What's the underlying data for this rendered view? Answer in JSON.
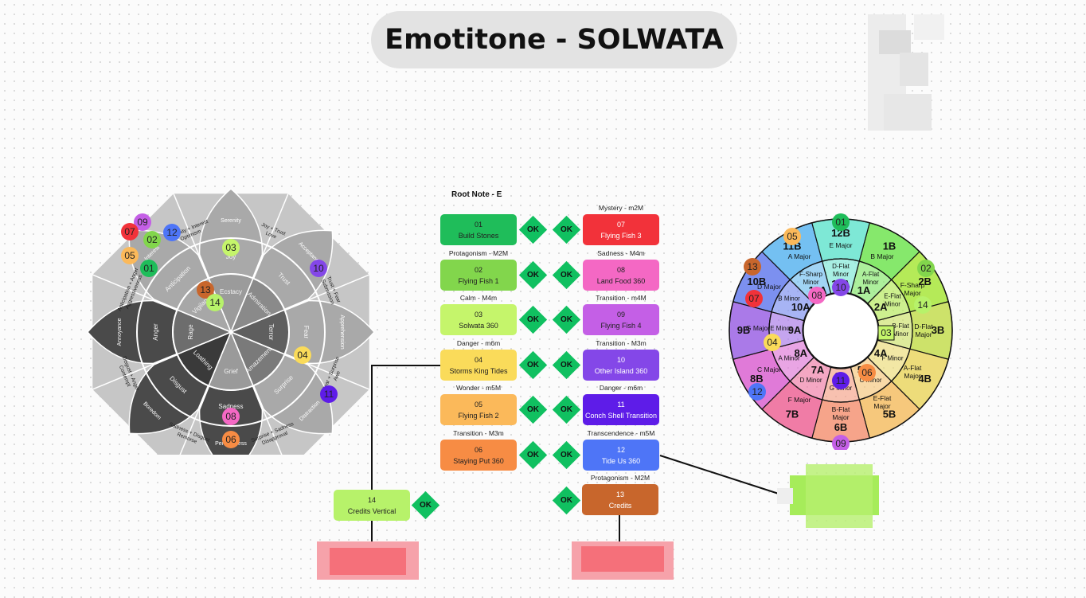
{
  "title": "Emotitone - SOLWATA",
  "root_note": "Root Note - E",
  "ok_label": "OK",
  "tracks": [
    {
      "num": "01",
      "name": "Build Stones",
      "mood": "",
      "color": "#1fbd5a"
    },
    {
      "num": "02",
      "name": "Flying Fish 1",
      "mood": "Protagonism - M2M",
      "color": "#82d64c"
    },
    {
      "num": "03",
      "name": "Solwata 360",
      "mood": "Calm - M4m",
      "color": "#c5f56b"
    },
    {
      "num": "04",
      "name": "Storms King Tides",
      "mood": "Danger - m6m",
      "color": "#fadb5a"
    },
    {
      "num": "05",
      "name": "Flying Fish 2",
      "mood": "Wonder - m5M",
      "color": "#fbb95a"
    },
    {
      "num": "06",
      "name": "Staying Put 360",
      "mood": "Transition - M3m",
      "color": "#f78c44"
    },
    {
      "num": "07",
      "name": "Flying Fish 3",
      "mood": "Mystery - m2M",
      "color": "#f2323a"
    },
    {
      "num": "08",
      "name": "Land Food 360",
      "mood": "Sadness - M4m",
      "color": "#f468c4"
    },
    {
      "num": "09",
      "name": "Flying Fish 4",
      "mood": "Transition - m4M",
      "color": "#c45fe6"
    },
    {
      "num": "10",
      "name": "Other Island 360",
      "mood": "Transition - M3m",
      "color": "#8447e8"
    },
    {
      "num": "11",
      "name": "Conch Shell Transition",
      "mood": "Danger - m6m",
      "color": "#5e1ce8"
    },
    {
      "num": "12",
      "name": "Tide Us 360",
      "mood": "Transcendence - m5M",
      "color": "#4e75f7"
    },
    {
      "num": "13",
      "name": "Credits",
      "mood": "Protagonism - M2M",
      "color": "#c8662c"
    },
    {
      "num": "14",
      "name": "Credits Vertical",
      "mood": "",
      "color": "#b7f26a"
    }
  ],
  "wheel": {
    "outer": [
      "Serenity",
      "Acceptance",
      "Apprehension",
      "Distraction",
      "Pensiveness",
      "Boredom",
      "Annoyance",
      "Interest"
    ],
    "middle": [
      "Joy",
      "Trust",
      "Fear",
      "Surprise",
      "Sadness",
      "Disgust",
      "Anger",
      "Anticipation"
    ],
    "inner": [
      "Ecstacy",
      "Admiration",
      "Terror",
      "Amazement",
      "Grief",
      "Loathing",
      "Rage",
      "Vigilance"
    ],
    "dyads": [
      "Joy + Trust\nLove",
      "Trust + Fear\nSubmission",
      "Fear + Surprise\nAwe",
      "Surprise + Sadness\nDisapproval",
      "Sadness + Disgust\nRemorse",
      "Disgust + Anger\nContempt",
      "Anticipation + Anger\nAggressiveness",
      "Serenity + Interest\nOptimism"
    ],
    "markers": [
      "09",
      "07",
      "02",
      "12",
      "05",
      "01",
      "03",
      "13",
      "14",
      "10",
      "04",
      "11",
      "08",
      "06"
    ]
  },
  "camelot": {
    "outer": [
      {
        "code": "1B",
        "key": "B Major"
      },
      {
        "code": "2B",
        "key": "F-Sharp Major"
      },
      {
        "code": "3B",
        "key": "D-Flat Major"
      },
      {
        "code": "4B",
        "key": "A-Flat Major"
      },
      {
        "code": "5B",
        "key": "E-Flat Major"
      },
      {
        "code": "6B",
        "key": "B-Flat Major"
      },
      {
        "code": "7B",
        "key": "F Major"
      },
      {
        "code": "8B",
        "key": "C Major"
      },
      {
        "code": "9B",
        "key": "G Major"
      },
      {
        "code": "10B",
        "key": "D Major"
      },
      {
        "code": "11B",
        "key": "A Major"
      },
      {
        "code": "12B",
        "key": "E Major"
      }
    ],
    "inner": [
      {
        "code": "1A",
        "key": "A-Flat Minor"
      },
      {
        "code": "2A",
        "key": "E-Flat Minor"
      },
      {
        "code": "3A",
        "key": "B-Flat Minor"
      },
      {
        "code": "4A",
        "key": "F Minor"
      },
      {
        "code": "5A",
        "key": "C Minor"
      },
      {
        "code": "6A",
        "key": "G Minor"
      },
      {
        "code": "7A",
        "key": "D Minor"
      },
      {
        "code": "8A",
        "key": "A Minor"
      },
      {
        "code": "9A",
        "key": "E Minor"
      },
      {
        "code": "10A",
        "key": "B Minor"
      },
      {
        "code": "11A",
        "key": "F-Sharp Minor"
      },
      {
        "code": "12A",
        "key": "D-Flat Minor"
      }
    ],
    "markers": [
      "01",
      "02",
      "14",
      "03",
      "06",
      "11",
      "09",
      "12",
      "04",
      "07",
      "13",
      "05",
      "08",
      "10"
    ]
  },
  "colors": {
    "ok": "#10c060",
    "title_bg": "#e3e3e3",
    "blur_red": "#f5707a",
    "blur_green": "#a6ec5a"
  }
}
